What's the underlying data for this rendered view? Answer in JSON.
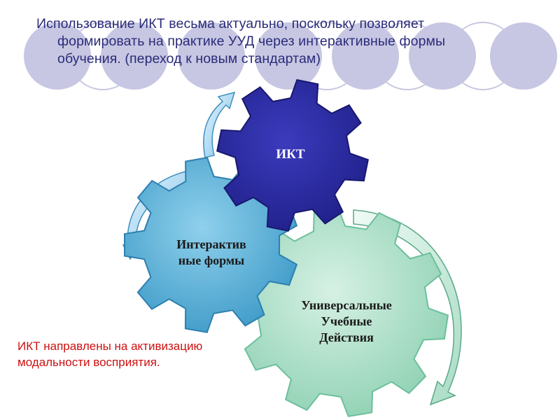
{
  "header": {
    "line1": "Использование ИКТ весьма актуально, поскольку позволяет",
    "line2": "формировать на практике УУД через интерактивные формы",
    "line3": "обучения. (переход к новым стандартам)"
  },
  "gears": {
    "ikt": {
      "line1": "ИКТ",
      "color": "#2a2a9e"
    },
    "interactive": {
      "line1": "Интерактив",
      "line2": "ные формы",
      "color": "#5fb3d8"
    },
    "uud": {
      "line1": "Универсальные",
      "line2": "Учебные",
      "line3": "Действия",
      "color": "#9fd9c0"
    }
  },
  "footer": {
    "line1": "ИКТ направлены на активизацию",
    "line2": "модальности восприятия."
  },
  "colors": {
    "header_text": "#2b2b7a",
    "footer_text": "#cc1111",
    "decor_circle": "#c7c7e3"
  }
}
